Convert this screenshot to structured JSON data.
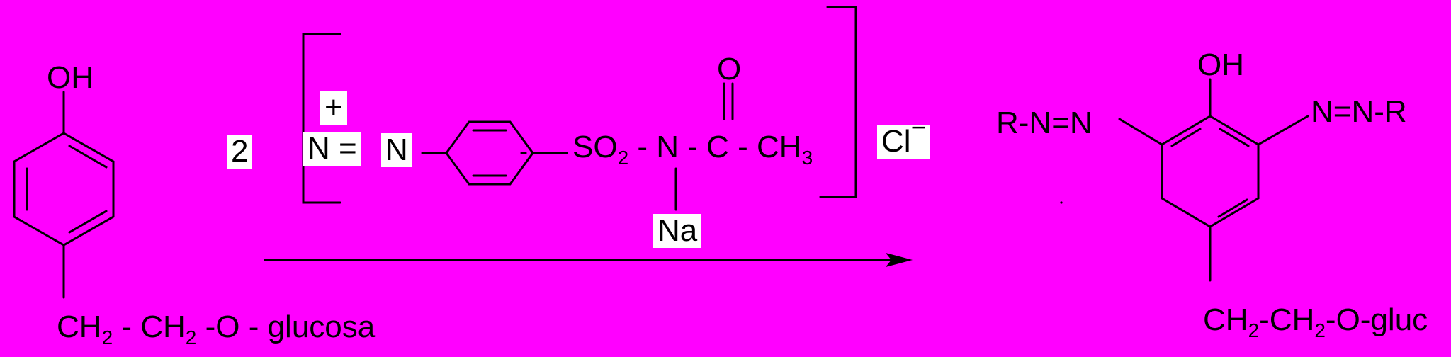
{
  "colors": {
    "background": "#ff00ff",
    "ink": "#000000",
    "label_box": "#ffffff"
  },
  "reactant": {
    "oh": "OH",
    "chain": {
      "p1": "CH",
      "s1": "2",
      "p2": " - CH",
      "s2": "2",
      "p3": " -O - glucosa"
    }
  },
  "reagent": {
    "coefficient": "2",
    "plus": "+",
    "n_eq": "N =",
    "n": "N",
    "so": "SO",
    "so_sub": "2",
    "mid": " -  N  -  C  - CH",
    "ch_sub": "3",
    "o": "O",
    "na": "Na",
    "counter_ion": "Cl",
    "counter_charge": "−"
  },
  "product": {
    "oh": "OH",
    "left_azo": "R-N=N",
    "right_azo": "N=N-R",
    "chain": {
      "p1": "CH",
      "s1": "2",
      "p2": "-CH",
      "s2": "2",
      "p3": "-O-gluc"
    }
  }
}
